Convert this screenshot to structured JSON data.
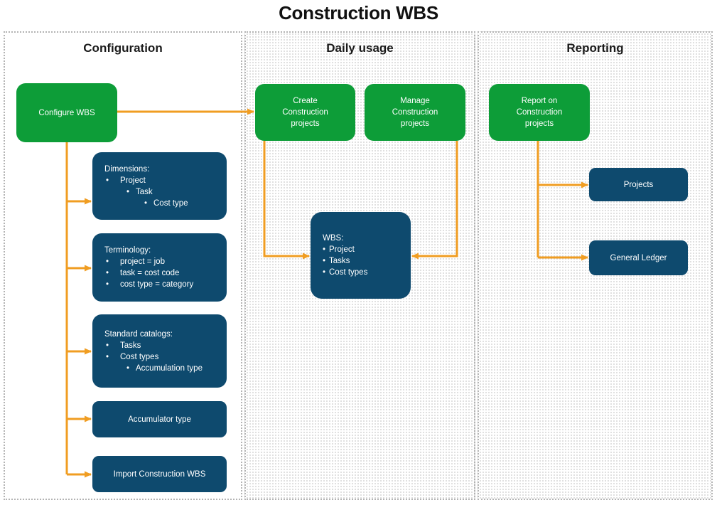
{
  "title": "Construction WBS",
  "columns": {
    "configuration": {
      "label": "Configuration"
    },
    "daily_usage": {
      "label": "Daily usage"
    },
    "reporting": {
      "label": "Reporting"
    }
  },
  "boxes": {
    "configure_wbs": {
      "label": "Configure WBS"
    },
    "dimensions": {
      "heading": "Dimensions:",
      "items": [
        {
          "text": "Project",
          "level": 1
        },
        {
          "text": "Task",
          "level": 2
        },
        {
          "text": "Cost type",
          "level": 3
        }
      ]
    },
    "terminology": {
      "heading": "Terminology:",
      "items": [
        {
          "text": "project = job",
          "level": 1
        },
        {
          "text": "task = cost code",
          "level": 1
        },
        {
          "text": "cost type = category",
          "level": 1
        }
      ]
    },
    "standard_catalogs": {
      "heading": "Standard catalogs:",
      "items": [
        {
          "text": "Tasks",
          "level": 1
        },
        {
          "text": "Cost types",
          "level": 1
        },
        {
          "text": "Accumulation type",
          "level": 2
        }
      ]
    },
    "accumulator_type": {
      "label": "Accumulator type"
    },
    "import_wbs": {
      "label": "Import Construction WBS"
    },
    "create_projects": {
      "label": "Create Construction projects"
    },
    "manage_projects": {
      "label": "Manage Construction projects"
    },
    "wbs": {
      "heading": "WBS:",
      "items": [
        {
          "text": "Project",
          "level": 0
        },
        {
          "text": "Tasks",
          "level": 0
        },
        {
          "text": "Cost types",
          "level": 0
        }
      ]
    },
    "report_projects": {
      "label": "Report on Construction projects"
    },
    "projects": {
      "label": "Projects"
    },
    "general_ledger": {
      "label": "General Ledger"
    }
  },
  "colors": {
    "green": "#0d9d38",
    "navy": "#0e4a6e",
    "orange": "#f09d22",
    "panel-border": "#b3b3b3",
    "dot": "#d6d6d6",
    "text-dark": "#1a1a1a"
  }
}
